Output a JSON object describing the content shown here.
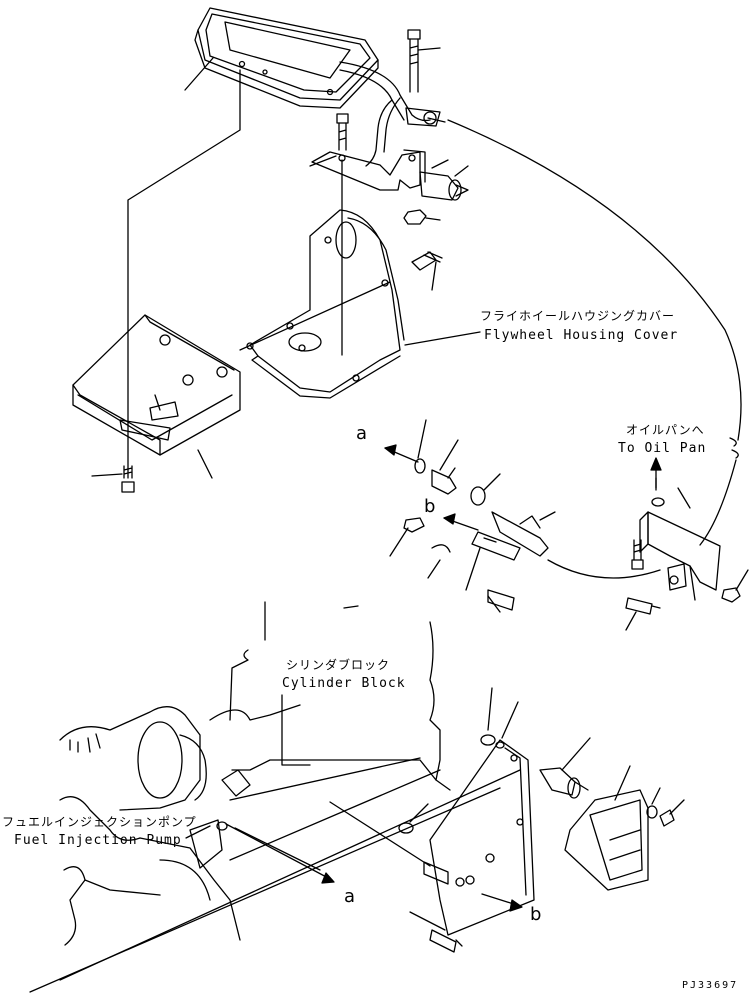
{
  "labels": {
    "flywheel_jp": "フライホイールハウジングカバー",
    "flywheel_en": "Flywheel Housing Cover",
    "oilpan_jp": "オイルパンへ",
    "oilpan_en": "To Oil Pan",
    "cylinder_jp": "シリンダブロック",
    "cylinder_en": "Cylinder Block",
    "fuel_jp": "フュエルインジェクションポンプ",
    "fuel_en": "Fuel Injection Pump"
  },
  "refs": {
    "a_top": "a",
    "b_top": "b",
    "a_bottom": "a",
    "b_bottom": "b"
  },
  "drawing_code": "PJ33697"
}
